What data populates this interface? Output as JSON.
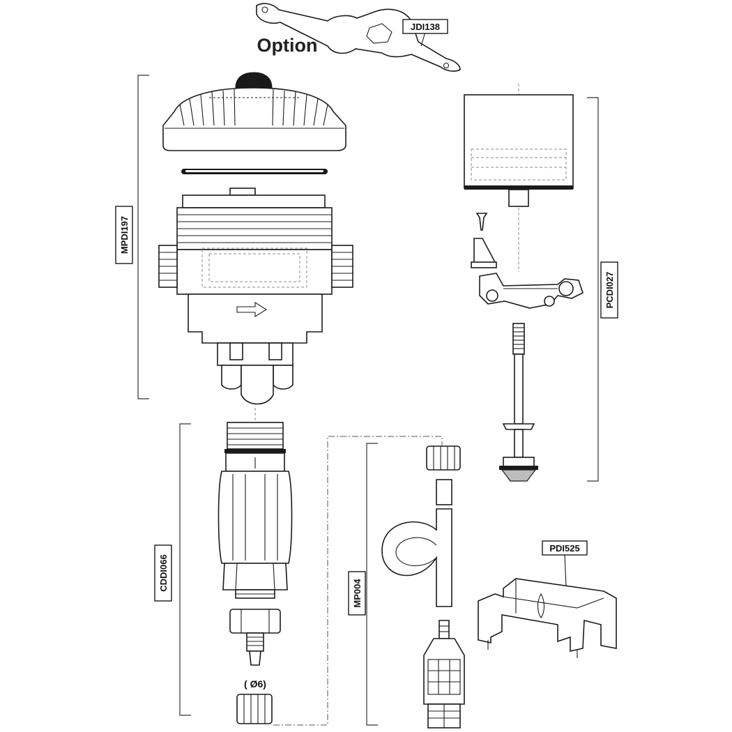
{
  "title": "Option",
  "labels": {
    "wrench": "JDI138",
    "motor_body": "MPDI197",
    "piston_kit": "PCDI027",
    "check_valve": "CDDI066",
    "suction_kit": "MP004",
    "wall_bracket": "PDI525"
  },
  "diameter_note": "( Ø6)"
}
